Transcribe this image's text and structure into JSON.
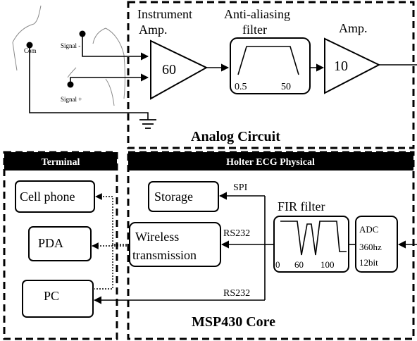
{
  "analog": {
    "title": "Analog Circuit",
    "inst_amp_label_1": "Instrument",
    "inst_amp_label_2": "Amp.",
    "inst_amp_gain": "60",
    "aa_label_1": "Anti-aliasing",
    "aa_label_2": "filter",
    "aa_low": "0.5",
    "aa_high": "50",
    "amp_label": "Amp.",
    "amp_gain": "10"
  },
  "body_labels": {
    "com": "Com",
    "signal_minus": "Signal -",
    "signal_plus": "Signal +"
  },
  "terminal": {
    "header": "Terminal",
    "cell_phone": "Cell phone",
    "pda": "PDA",
    "pc": "PC"
  },
  "holter": {
    "header": "Holter ECG Physical",
    "storage": "Storage",
    "spi": "SPI",
    "wireless_1": "Wireless",
    "wireless_2": "transmission",
    "rs232_a": "RS232",
    "rs232_b": "RS232",
    "fir_label": "FIR filter",
    "fir_t0": "0",
    "fir_t1": "60",
    "fir_t2": "100",
    "adc_1": "ADC",
    "adc_2": "360hz",
    "adc_3": "12bit",
    "core_title": "MSP430 Core"
  }
}
